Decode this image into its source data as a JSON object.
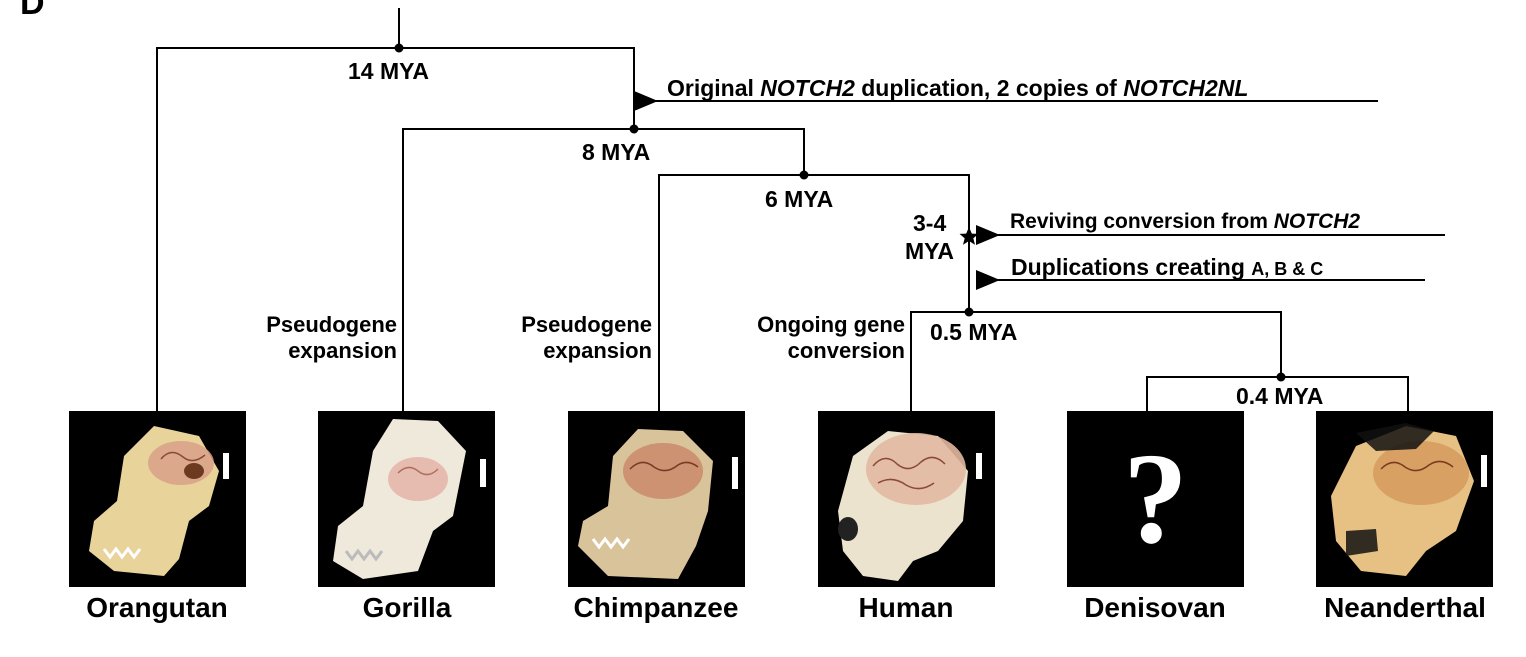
{
  "panel": {
    "letter": "D"
  },
  "tree": {
    "times": {
      "t14": "14 MYA",
      "t8": "8 MYA",
      "t6": "6 MYA",
      "t34_line1": "3-4",
      "t34_line2": "MYA",
      "t05": "0.5 MYA",
      "t04": "0.4 MYA"
    },
    "events": {
      "original": {
        "part1": "Original ",
        "gene1": "NOTCH2",
        "part2": " duplication, 2 copies of ",
        "gene2": "NOTCH2NL"
      },
      "reviving": {
        "part1": "Reviving conversion from ",
        "gene": "NOTCH2"
      },
      "duplications": {
        "part1": "Duplications creating ",
        "part2": "A, B & C"
      }
    },
    "annotations": {
      "gorilla_line1": "Pseudogene",
      "gorilla_line2": "expansion",
      "chimp_line1": "Pseudogene",
      "chimp_line2": "expansion",
      "human_line1": "Ongoing gene",
      "human_line2": "conversion"
    }
  },
  "species": [
    {
      "name": "Orangutan",
      "icon": "orangutan-skull-icon"
    },
    {
      "name": "Gorilla",
      "icon": "gorilla-skull-icon"
    },
    {
      "name": "Chimpanzee",
      "icon": "chimpanzee-skull-icon"
    },
    {
      "name": "Human",
      "icon": "human-skull-icon"
    },
    {
      "name": "Denisovan",
      "icon": "question-mark-icon",
      "placeholder": "?"
    },
    {
      "name": "Neanderthal",
      "icon": "neanderthal-skull-icon"
    }
  ],
  "colors": {
    "tile_background": "#000000",
    "bone": "#e8d39a",
    "brain": "#d9a08a",
    "scale_bar": "#ffffff"
  }
}
